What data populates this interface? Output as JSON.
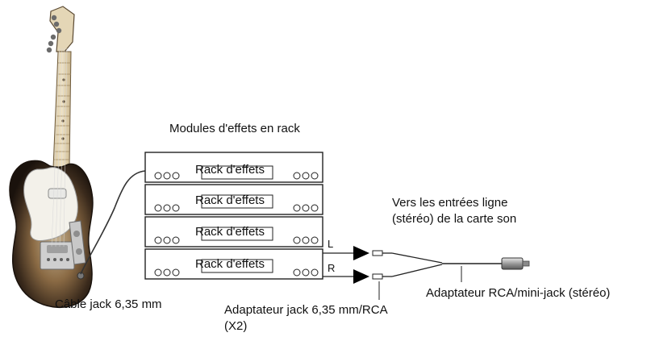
{
  "labels": {
    "modules": "Modules d'effets en rack",
    "vers_line1": "Vers les entrées ligne",
    "vers_line2": "(stéréo) de la carte son",
    "cable": "Câble jack 6,35 mm",
    "adapter_jack_line1": "Adaptateur jack 6,35 mm/RCA",
    "adapter_jack_line2": "(X2)",
    "adapter_rca": "Adaptateur RCA/mini-jack (stéréo)",
    "channel_left": "L",
    "channel_right": "R"
  },
  "racks": [
    {
      "label": "Rack d'effets"
    },
    {
      "label": "Rack d'effets"
    },
    {
      "label": "Rack d'effets"
    },
    {
      "label": "Rack d'effets"
    }
  ],
  "icons": {
    "guitar": "electric-guitar-icon",
    "knobs": "rack-knob-icon",
    "plug": "rca-plug-icon"
  }
}
